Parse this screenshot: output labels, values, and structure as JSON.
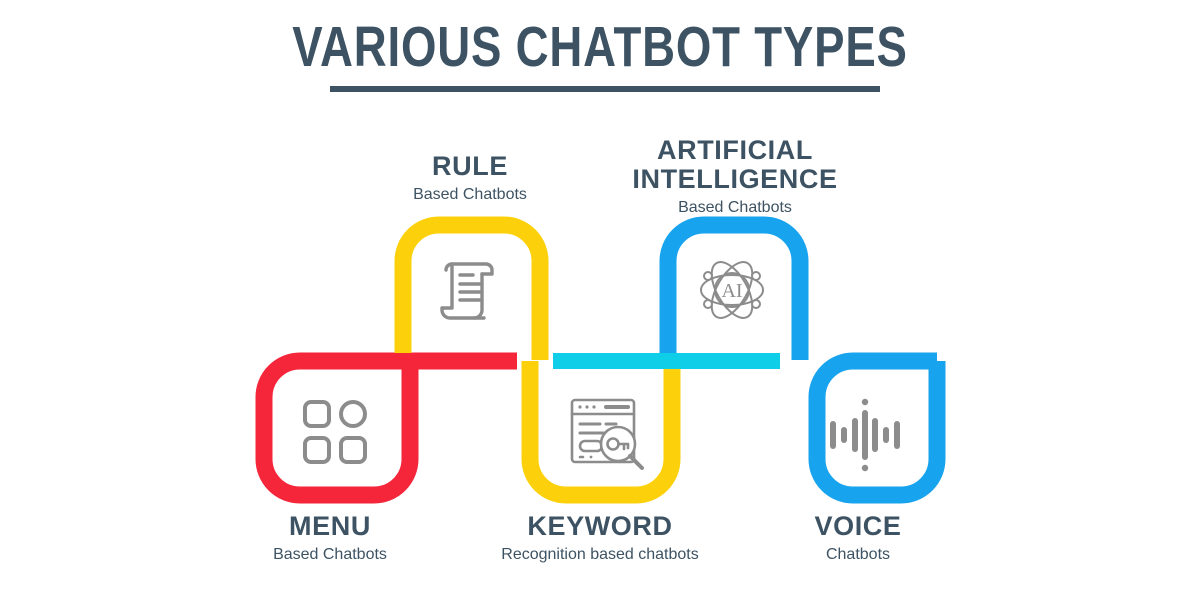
{
  "header": {
    "title": "VARIOUS CHATBOT TYPES",
    "underline_color": "#3D5363",
    "text_color": "#3D5363"
  },
  "theme": {
    "background": "#FFFFFF",
    "red": "#F5253A",
    "yellow": "#FCD10C",
    "blue": "#17A3EE",
    "cyan": "#0FCFE8",
    "icon_gray": "#8C8C8C",
    "text": "#3D5363"
  },
  "cards": [
    {
      "id": "rule",
      "position": "top",
      "title": "RULE",
      "subtitle": "Based Chatbots",
      "color": "#FCD10C",
      "color_name": "yellow",
      "icon": "scroll-document-icon"
    },
    {
      "id": "artificial-intelligence",
      "position": "top",
      "title": "ARTIFICIAL INTELLIGENCE",
      "title_line1": "ARTIFICIAL",
      "title_line2": "INTELLIGENCE",
      "subtitle": "Based Chatbots",
      "color": "#17A3EE",
      "color_name": "blue",
      "icon": "ai-atom-icon"
    },
    {
      "id": "menu",
      "position": "bottom",
      "title": "MENU",
      "subtitle": "Based Chatbots",
      "color": "#F5253A",
      "color_name": "red",
      "icon": "grid-menu-icon"
    },
    {
      "id": "keyword",
      "position": "bottom",
      "title": "KEYWORD",
      "subtitle": "Recognition based chatbots",
      "color": "#FCD10C",
      "color_name": "yellow",
      "icon": "keyword-search-icon"
    },
    {
      "id": "voice",
      "position": "bottom",
      "title": "VOICE",
      "subtitle": "Chatbots",
      "color": "#17A3EE",
      "color_name": "blue",
      "icon": "voice-waveform-icon"
    }
  ],
  "icons": {
    "ai_label": "AI"
  },
  "connectors": [
    {
      "id": "menu-to-rule",
      "color": "#F5253A"
    },
    {
      "id": "rule-to-keyword",
      "color": "#FCD10C"
    },
    {
      "id": "keyword-to-ai",
      "color": "#0FCFE8"
    },
    {
      "id": "ai-to-voice",
      "color": "#17A3EE"
    }
  ]
}
